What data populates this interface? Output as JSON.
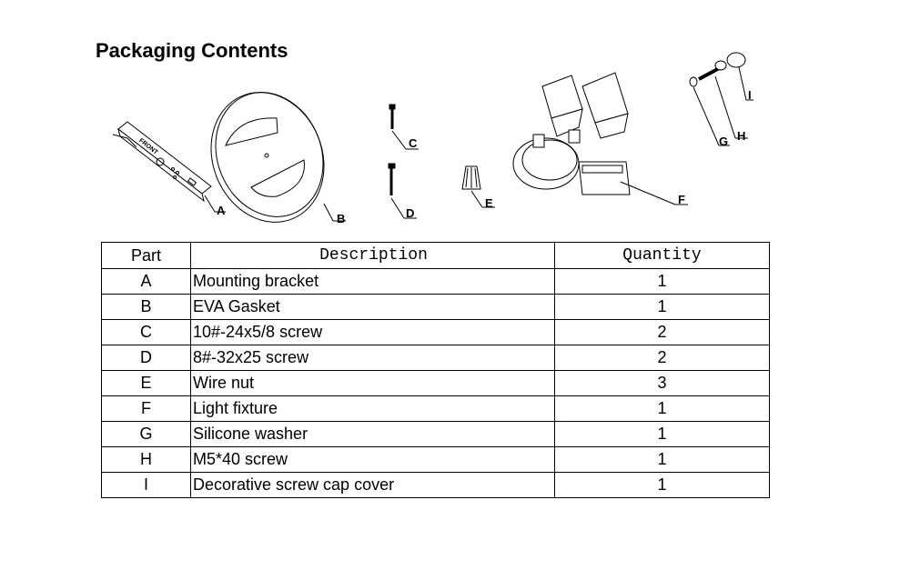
{
  "page": {
    "title": "Packaging Contents"
  },
  "illustration": {
    "callouts": [
      "A",
      "B",
      "C",
      "D",
      "E",
      "F",
      "G",
      "H",
      "I"
    ],
    "bracket_text": "FRONT"
  },
  "table": {
    "headers": {
      "part": "Part",
      "description": "Description",
      "quantity": "Quantity"
    },
    "rows": [
      {
        "part": "A",
        "description": "Mounting bracket",
        "quantity": "1"
      },
      {
        "part": "B",
        "description": "EVA Gasket",
        "quantity": "1"
      },
      {
        "part": "C",
        "description": "10#-24x5/8 screw",
        "quantity": "2"
      },
      {
        "part": "D",
        "description": "8#-32x25 screw",
        "quantity": "2"
      },
      {
        "part": "E",
        "description": "Wire nut",
        "quantity": "3"
      },
      {
        "part": "F",
        "description": "Light fixture",
        "quantity": "1"
      },
      {
        "part": "G",
        "description": "Silicone washer",
        "quantity": "1"
      },
      {
        "part": "H",
        "description": "M5*40 screw",
        "quantity": "1"
      },
      {
        "part": "I",
        "description": "Decorative screw cap cover",
        "quantity": "1"
      }
    ]
  }
}
